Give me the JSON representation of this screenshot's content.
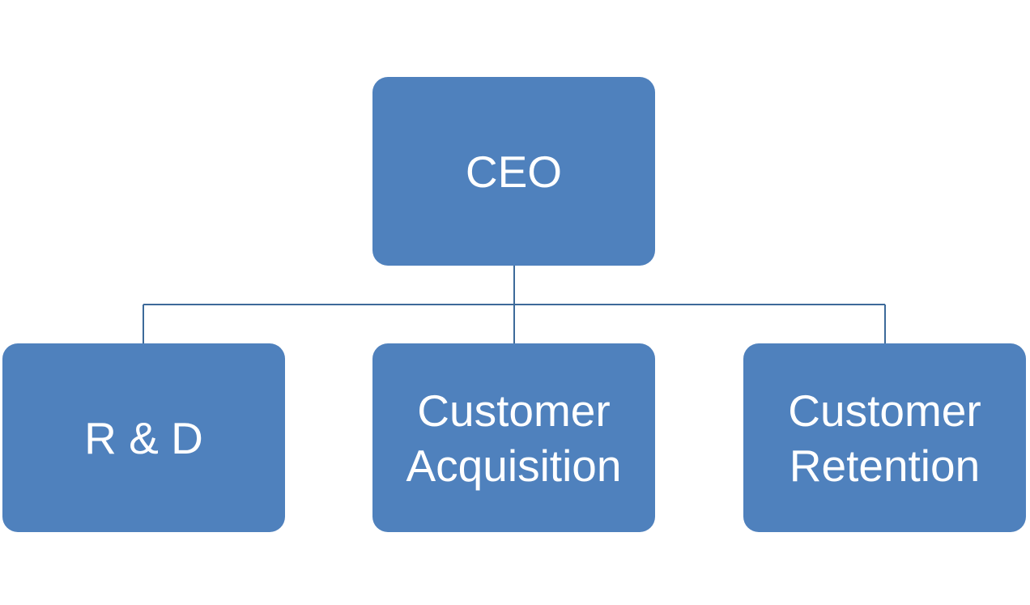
{
  "colors": {
    "node_fill": "#4F81BD",
    "node_text": "#FFFFFF",
    "connector": "#3D6A9A"
  },
  "org_chart": {
    "root": {
      "label": "CEO"
    },
    "children": [
      {
        "label": "R & D"
      },
      {
        "label_line1": "Customer",
        "label_line2": "Acquisition"
      },
      {
        "label_line1": "Customer",
        "label_line2": "Retention"
      }
    ]
  }
}
